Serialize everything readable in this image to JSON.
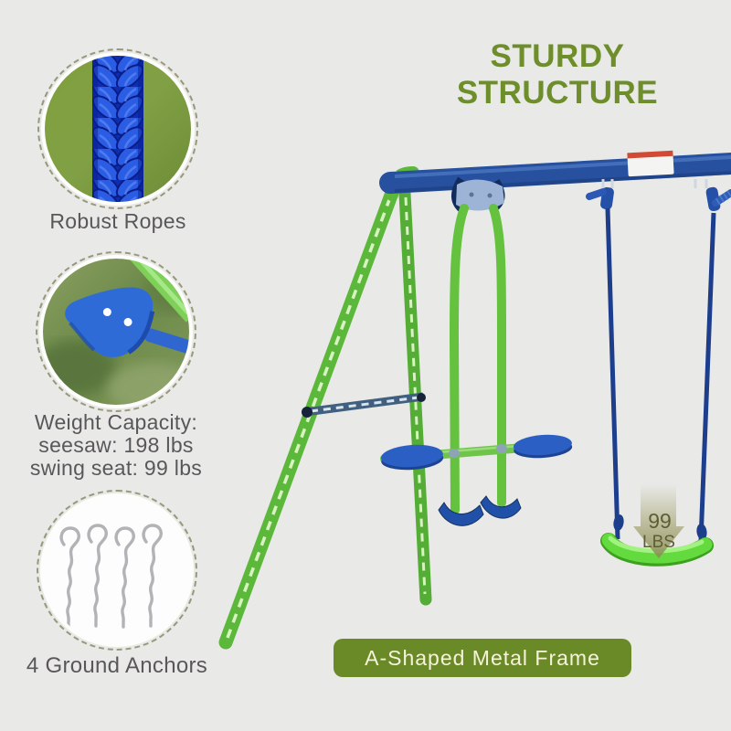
{
  "title": {
    "text": "STURDY STRUCTURE"
  },
  "callouts": [
    {
      "image": "braided-blue-rope-photo",
      "label": "Robust Ropes"
    },
    {
      "image": "blue-seesaw-seat-photo",
      "label_lines": [
        "Weight Capacity:",
        "seesaw: 198 lbs",
        "swing seat: 99 lbs"
      ]
    },
    {
      "image": "four-ground-anchors-photo",
      "label": "4 Ground Anchors"
    }
  ],
  "capacity_badge": {
    "value": "99",
    "unit": "LBS"
  },
  "banner": {
    "text": "A-Shaped Metal Frame"
  },
  "colors": {
    "background": "#e9e9e7",
    "title_olive": "#6d8e2a",
    "banner_green": "#6a8a28",
    "banner_text": "#f6f3da",
    "frame_green": "#5cb83a",
    "beam_blue": "#27519f",
    "seat_blue": "#2b5fc4",
    "rope_navy": "#1d3e8c",
    "swing_seat_green": "#63da3d",
    "label_gray": "#59575a"
  }
}
